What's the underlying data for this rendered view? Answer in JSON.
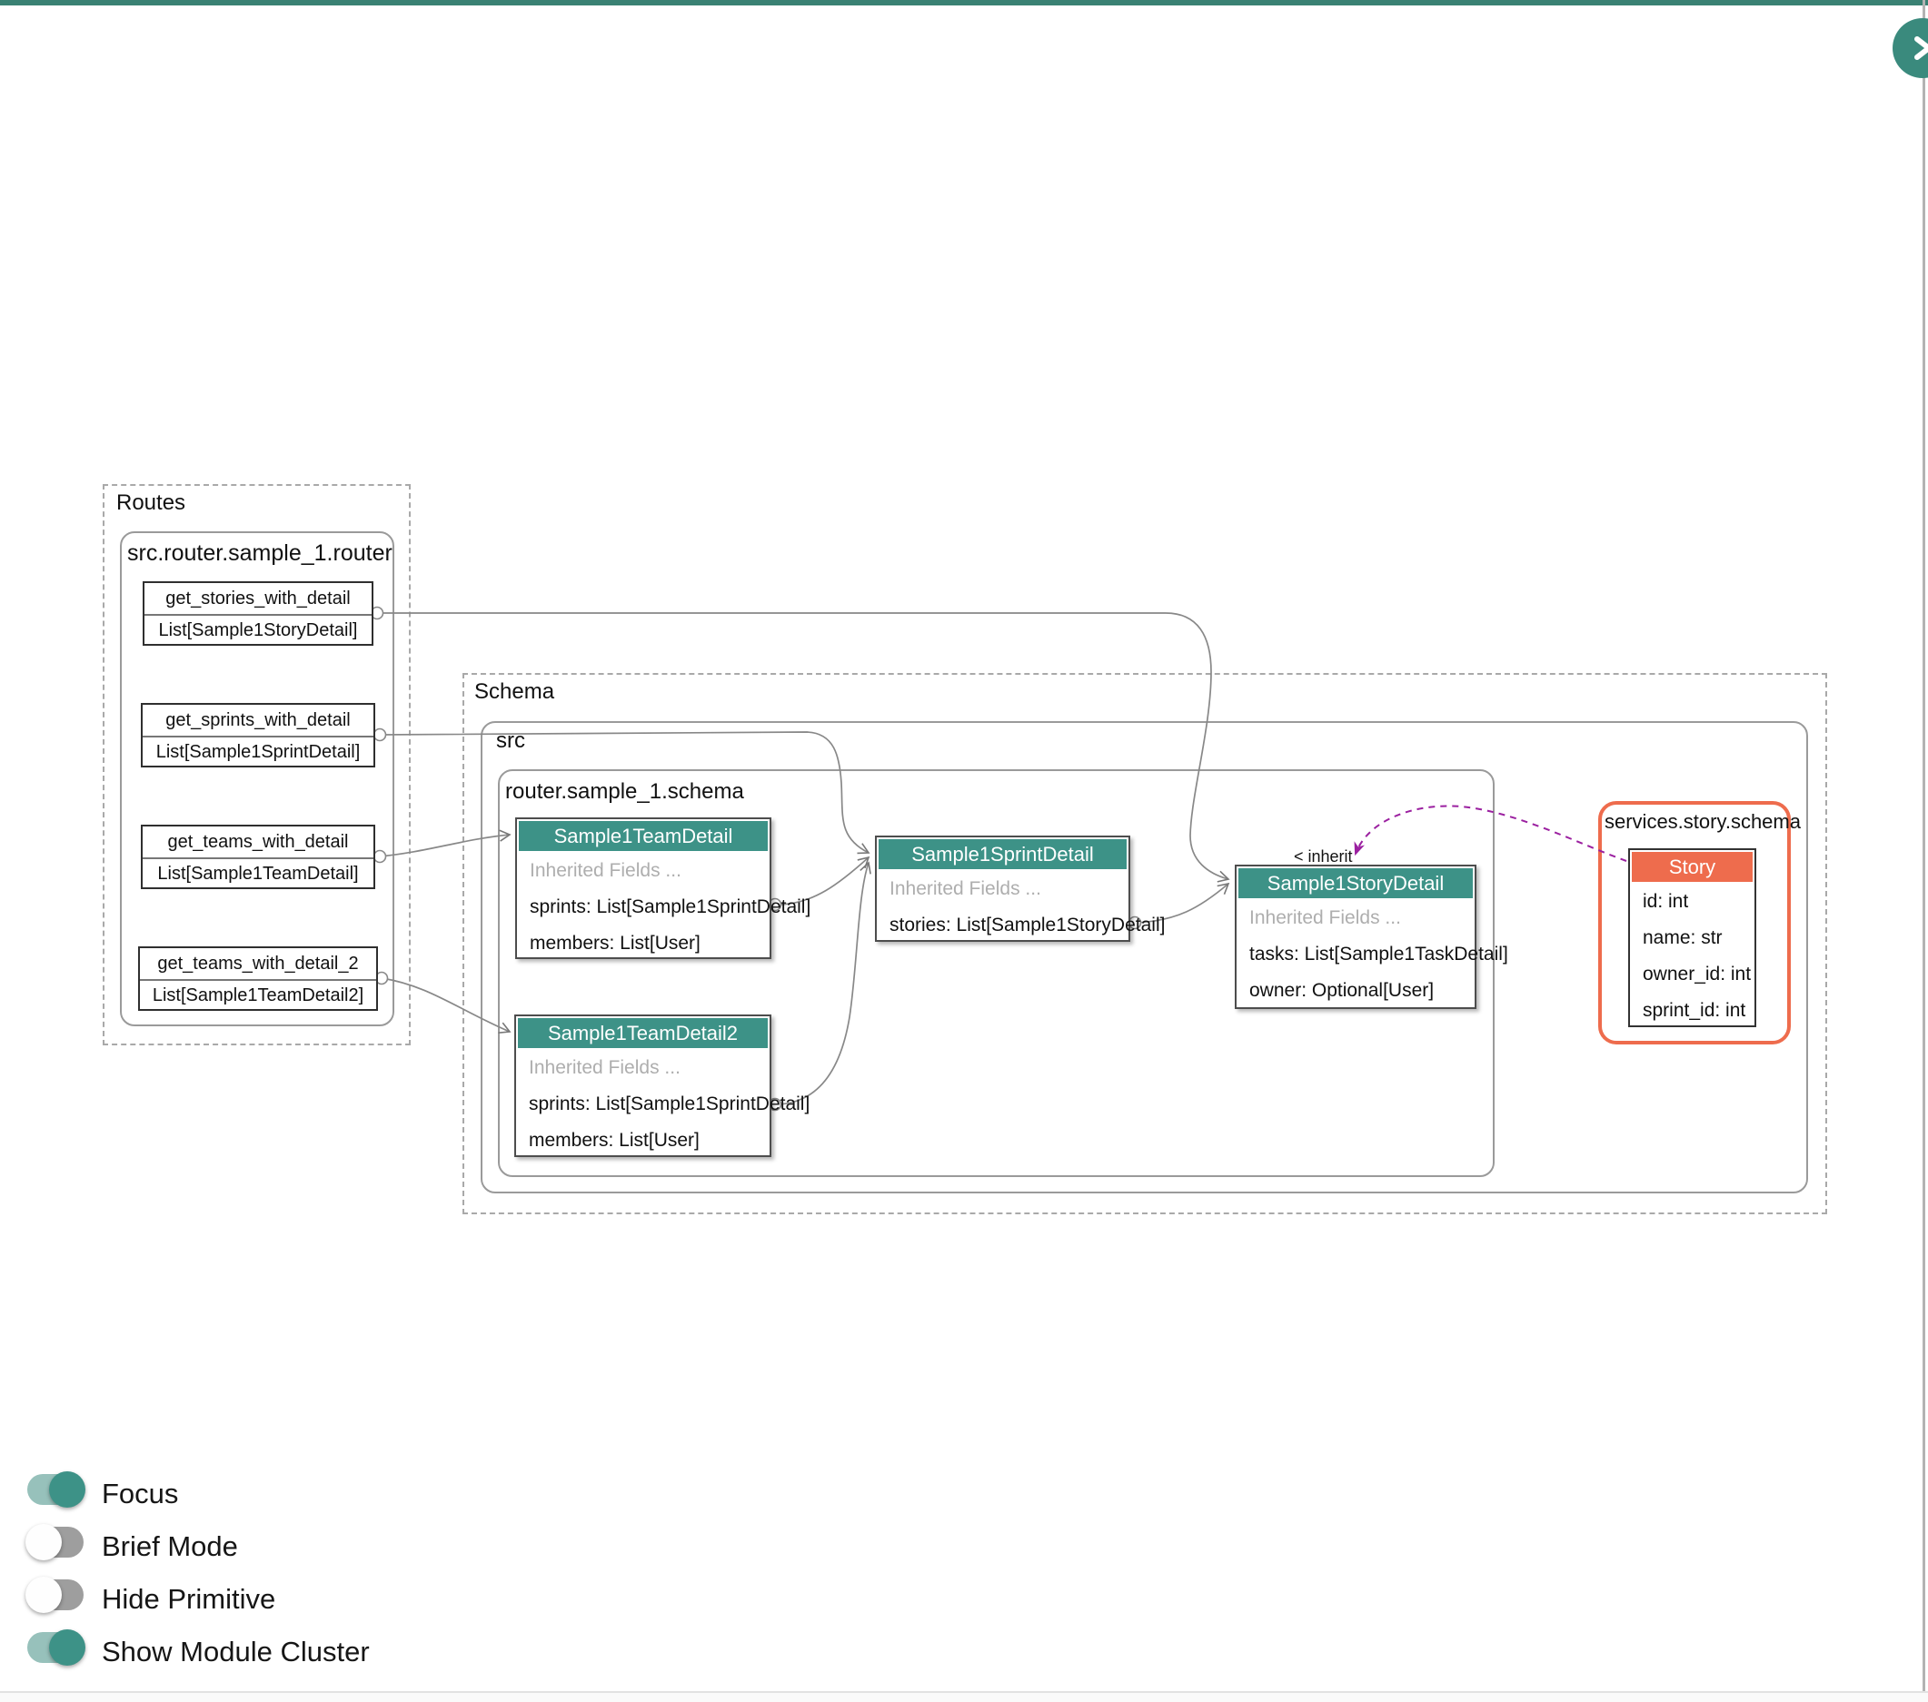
{
  "colors": {
    "teal_header": "#3d9287",
    "teal_topbar": "#3a8173",
    "teal_fab": "#3a8a7d",
    "orange_accent": "#ee6c4d",
    "inherit_purple": "#9b20a0",
    "toggle_on_track": "#97c1bb",
    "toggle_off_track": "#9e9e9e"
  },
  "fab": {
    "icon": "chevron-right"
  },
  "clusters": {
    "routes": {
      "label": "Routes"
    },
    "schema": {
      "label": "Schema"
    }
  },
  "modules": {
    "router_module": {
      "label": "src.router.sample_1.router"
    },
    "src": {
      "label": "src"
    },
    "router_schema": {
      "label": "router.sample_1.schema"
    },
    "services_story_schema": {
      "label": "services.story.schema"
    }
  },
  "routes": [
    {
      "name": "get_stories_with_detail",
      "returns": "List[Sample1StoryDetail]"
    },
    {
      "name": "get_sprints_with_detail",
      "returns": "List[Sample1SprintDetail]"
    },
    {
      "name": "get_teams_with_detail",
      "returns": "List[Sample1TeamDetail]"
    },
    {
      "name": "get_teams_with_detail_2",
      "returns": "List[Sample1TeamDetail2]"
    }
  ],
  "classes": {
    "team_detail": {
      "title": "Sample1TeamDetail",
      "inherited": "Inherited Fields ...",
      "fields": [
        "sprints: List[Sample1SprintDetail]",
        "members: List[User]"
      ]
    },
    "team_detail2": {
      "title": "Sample1TeamDetail2",
      "inherited": "Inherited Fields ...",
      "fields": [
        "sprints: List[Sample1SprintDetail]",
        "members: List[User]"
      ]
    },
    "sprint_detail": {
      "title": "Sample1SprintDetail",
      "inherited": "Inherited Fields ...",
      "fields": [
        "stories: List[Sample1StoryDetail]"
      ]
    },
    "story_detail": {
      "title": "Sample1StoryDetail",
      "inherited": "Inherited Fields ...",
      "fields": [
        "tasks: List[Sample1TaskDetail]",
        "owner: Optional[User]"
      ]
    },
    "story": {
      "title": "Story",
      "fields": [
        "id: int",
        "name: str",
        "owner_id: int",
        "sprint_id: int"
      ]
    }
  },
  "edge_labels": {
    "inherit": "< inherit"
  },
  "edges": [
    {
      "from": "get_stories_with_detail",
      "to": "Sample1StoryDetail"
    },
    {
      "from": "get_sprints_with_detail",
      "to": "Sample1SprintDetail"
    },
    {
      "from": "get_teams_with_detail",
      "to": "Sample1TeamDetail"
    },
    {
      "from": "get_teams_with_detail_2",
      "to": "Sample1TeamDetail2"
    },
    {
      "from": "Sample1TeamDetail.sprints",
      "to": "Sample1SprintDetail"
    },
    {
      "from": "Sample1TeamDetail2.sprints",
      "to": "Sample1SprintDetail"
    },
    {
      "from": "Sample1SprintDetail.stories",
      "to": "Sample1StoryDetail"
    },
    {
      "from": "Story",
      "to": "Sample1StoryDetail",
      "kind": "inherit"
    }
  ],
  "toggles": [
    {
      "label": "Focus",
      "on": true
    },
    {
      "label": "Brief Mode",
      "on": false
    },
    {
      "label": "Hide Primitive",
      "on": false
    },
    {
      "label": "Show Module Cluster",
      "on": true
    }
  ]
}
